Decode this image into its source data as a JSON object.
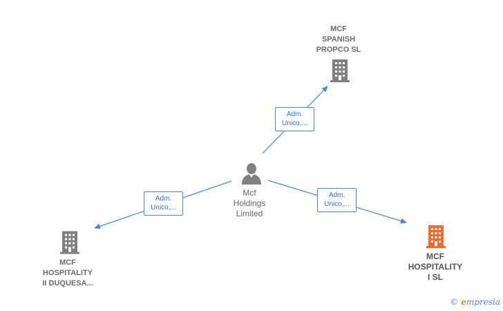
{
  "nodes": {
    "center": {
      "lines": [
        "Mcf",
        "Holdings",
        "Limited"
      ],
      "icon": "person-icon"
    },
    "top": {
      "lines": [
        "MCF",
        "SPANISH",
        "PROPCO  SL"
      ],
      "icon": "building-icon"
    },
    "left": {
      "lines": [
        "MCF",
        "HOSPITALITY",
        "II DUQUESA..."
      ],
      "icon": "building-icon"
    },
    "right": {
      "lines": [
        "MCF",
        "HOSPITALITY",
        "I  SL"
      ],
      "icon": "building-icon"
    }
  },
  "edges": {
    "top": {
      "lines": [
        "Adm.",
        "Unico,..."
      ]
    },
    "left": {
      "lines": [
        "Adm.",
        "Unico,..."
      ]
    },
    "right": {
      "lines": [
        "Adm.",
        "Unico,..."
      ]
    }
  },
  "colors": {
    "edge": "#4a86d8",
    "building": "#808080",
    "building_main": "#f26a2e",
    "person": "#808080"
  },
  "brand": {
    "copyright": "©",
    "first_letter": "e",
    "rest": "mpresia"
  }
}
